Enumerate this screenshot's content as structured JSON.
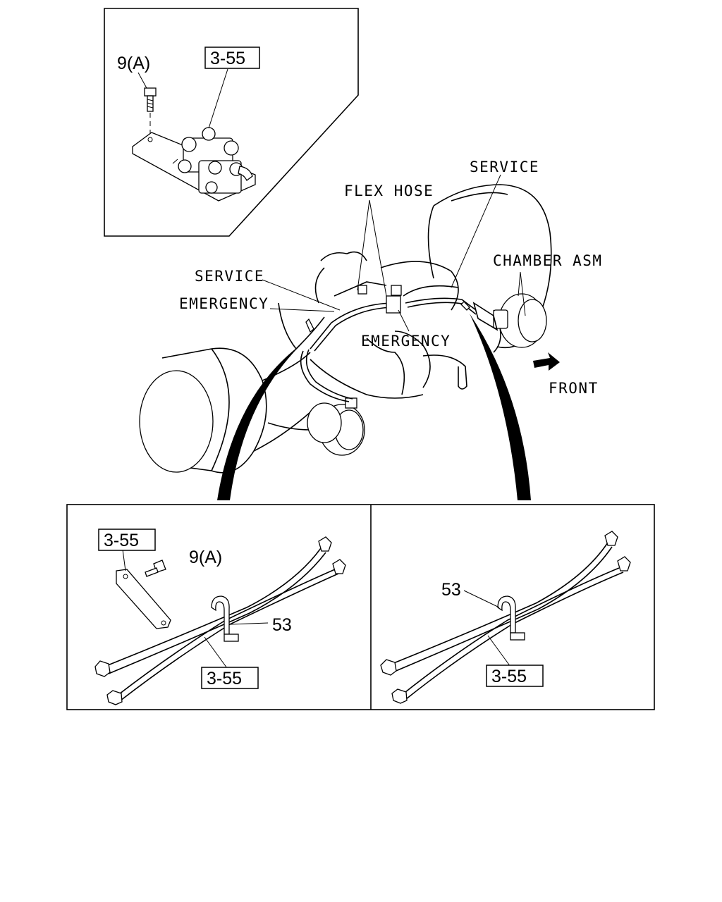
{
  "inset_top": {
    "bolt_label": "9(A)",
    "ref_label": "3-55"
  },
  "main": {
    "flex_hose": "FLEX HOSE",
    "service_left": "SERVICE",
    "emergency_left": "EMERGENCY",
    "service_right": "SERVICE",
    "emergency_center": "EMERGENCY",
    "chamber_asm": "CHAMBER ASM",
    "front": "FRONT"
  },
  "detail_left": {
    "ref_top": "3-55",
    "bolt_label": "9(A)",
    "clamp_label": "53",
    "ref_bottom": "3-55"
  },
  "detail_right": {
    "clamp_label": "53",
    "ref_bottom": "3-55"
  }
}
